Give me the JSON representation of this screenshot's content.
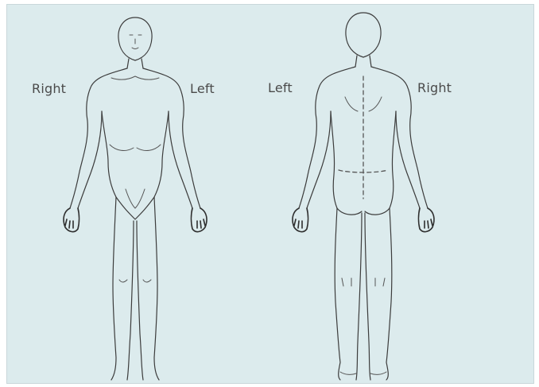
{
  "labels": {
    "front_right": "Right",
    "front_left": "Left",
    "back_left": "Left",
    "back_right": "Right"
  },
  "colors": {
    "panel_background": "#dcebed",
    "outline": "#3c3c3c",
    "label_text": "#4a4a4a"
  }
}
